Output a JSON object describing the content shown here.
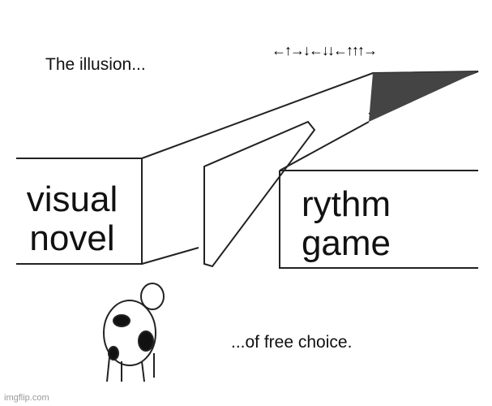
{
  "top_caption": "The illusion...",
  "bottom_caption": "...of free choice.",
  "left_label": "visual\nnovel",
  "left_label_lines": [
    "visual",
    "novel"
  ],
  "right_label_lines": [
    "rythm",
    "game"
  ],
  "arrows": "←↑→↓←↓↓←↑↑↑→",
  "watermark": "imgflip.com"
}
